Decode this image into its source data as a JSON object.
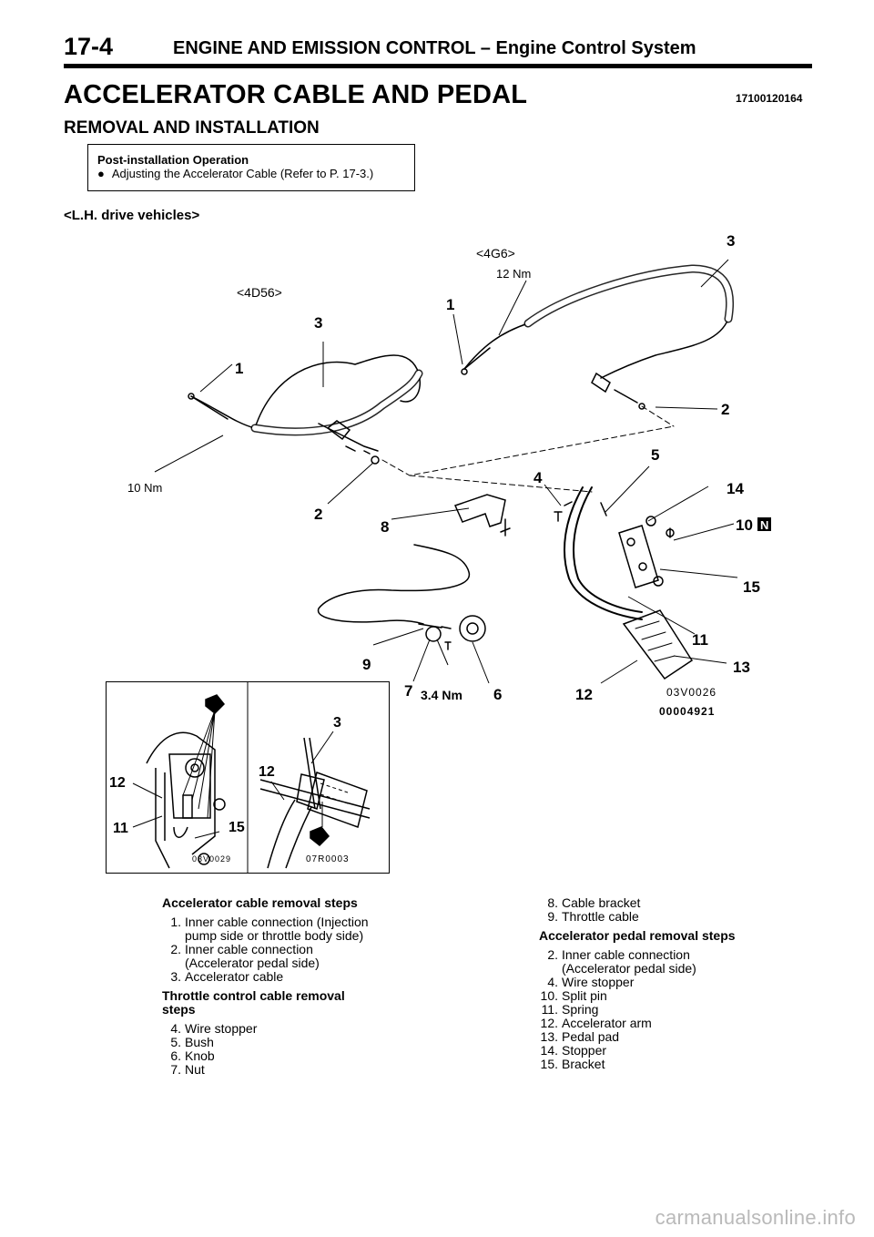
{
  "header": {
    "page_number": "17-4",
    "title": "ENGINE AND EMISSION CONTROL – Engine Control System"
  },
  "main_title": "ACCELERATOR CABLE AND PEDAL",
  "doc_code": "17100120164",
  "section_title": "REMOVAL AND INSTALLATION",
  "post_installation": {
    "title": "Post-installation Operation",
    "bullet": "●",
    "item": "Adjusting the Accelerator Cable (Refer to P. 17-3.)"
  },
  "vehicle_label": "<L.H. drive vehicles>",
  "diagram": {
    "engine_a": "<4D56>",
    "engine_b": "<4G6>",
    "torque_a": "10 Nm",
    "torque_b": "12 Nm",
    "torque_c": "3.4 Nm",
    "callouts": [
      "1",
      "3",
      "2",
      "1",
      "3",
      "2",
      "5",
      "4",
      "14",
      "8",
      "10",
      "15",
      "11",
      "13",
      "9",
      "7",
      "6",
      "12"
    ],
    "n_badge": "N",
    "code_1": "03V0026",
    "code_2": "00004921"
  },
  "inset": {
    "labels": [
      "12",
      "11",
      "15",
      "3",
      "12"
    ],
    "code_left": "03V0029",
    "code_right": "07R0003"
  },
  "steps": {
    "accelerator_cable": {
      "heading": "Accelerator cable removal steps",
      "items": [
        {
          "num": "1.",
          "text": "Inner cable connection (Injection",
          "cont": "pump side or throttle body side)"
        },
        {
          "num": "2.",
          "text": "Inner cable connection",
          "cont": "(Accelerator pedal side)"
        },
        {
          "num": "3.",
          "text": "Accelerator cable",
          "cont": ""
        }
      ]
    },
    "throttle_cable": {
      "heading_1": "Throttle control cable removal",
      "heading_2": "steps",
      "items": [
        {
          "num": "4.",
          "text": "Wire stopper"
        },
        {
          "num": "5.",
          "text": "Bush"
        },
        {
          "num": "6.",
          "text": "Knob"
        },
        {
          "num": "7.",
          "text": "Nut"
        },
        {
          "num": "8.",
          "text": "Cable bracket"
        },
        {
          "num": "9.",
          "text": "Throttle cable"
        }
      ]
    },
    "accelerator_pedal": {
      "heading": "Accelerator pedal removal steps",
      "items": [
        {
          "num": "2.",
          "text": "Inner cable connection",
          "cont": "(Accelerator pedal side)"
        },
        {
          "num": "4.",
          "text": "Wire stopper",
          "cont": ""
        },
        {
          "num": "10.",
          "text": "Split pin",
          "cont": ""
        },
        {
          "num": "11.",
          "text": "Spring",
          "cont": ""
        },
        {
          "num": "12.",
          "text": "Accelerator arm",
          "cont": ""
        },
        {
          "num": "13.",
          "text": "Pedal pad",
          "cont": ""
        },
        {
          "num": "14.",
          "text": "Stopper",
          "cont": ""
        },
        {
          "num": "15.",
          "text": "Bracket",
          "cont": ""
        }
      ]
    }
  },
  "watermark": "carmanualsonline.info"
}
